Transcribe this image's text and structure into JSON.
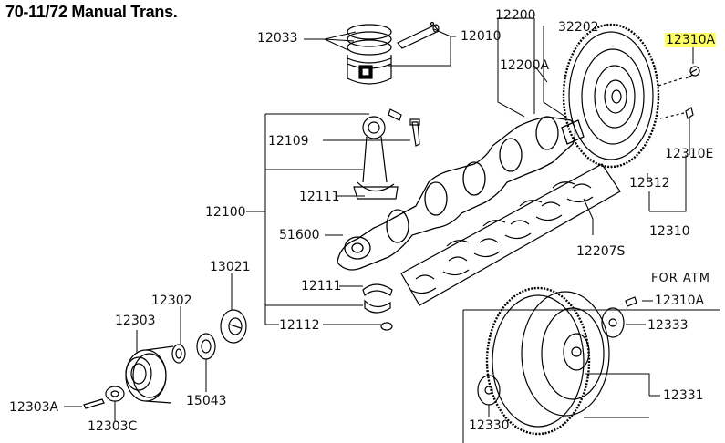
{
  "title": "70-11/72 Manual Trans.",
  "note_atm": "FOR ATM",
  "parts": {
    "p12033": "12033",
    "p12010": "12010",
    "p12200": "12200",
    "p32202": "32202",
    "p12200A": "12200A",
    "p12310A_top": "12310A",
    "p12109": "12109",
    "p12310E": "12310E",
    "p12312": "12312",
    "p12111_top": "12111",
    "p12100": "12100",
    "p12310": "12310",
    "p51600": "51600",
    "p12207S": "12207S",
    "p13021": "13021",
    "p12111_bot": "12111",
    "p12310A_atm": "12310A",
    "p12302": "12302",
    "p12303": "12303",
    "p12112": "12112",
    "p12333": "12333",
    "p12331": "12331",
    "p15043": "15043",
    "p12303A": "12303A",
    "p12303C": "12303C",
    "p12330": "12330"
  },
  "highlight_color": "#ffff66"
}
